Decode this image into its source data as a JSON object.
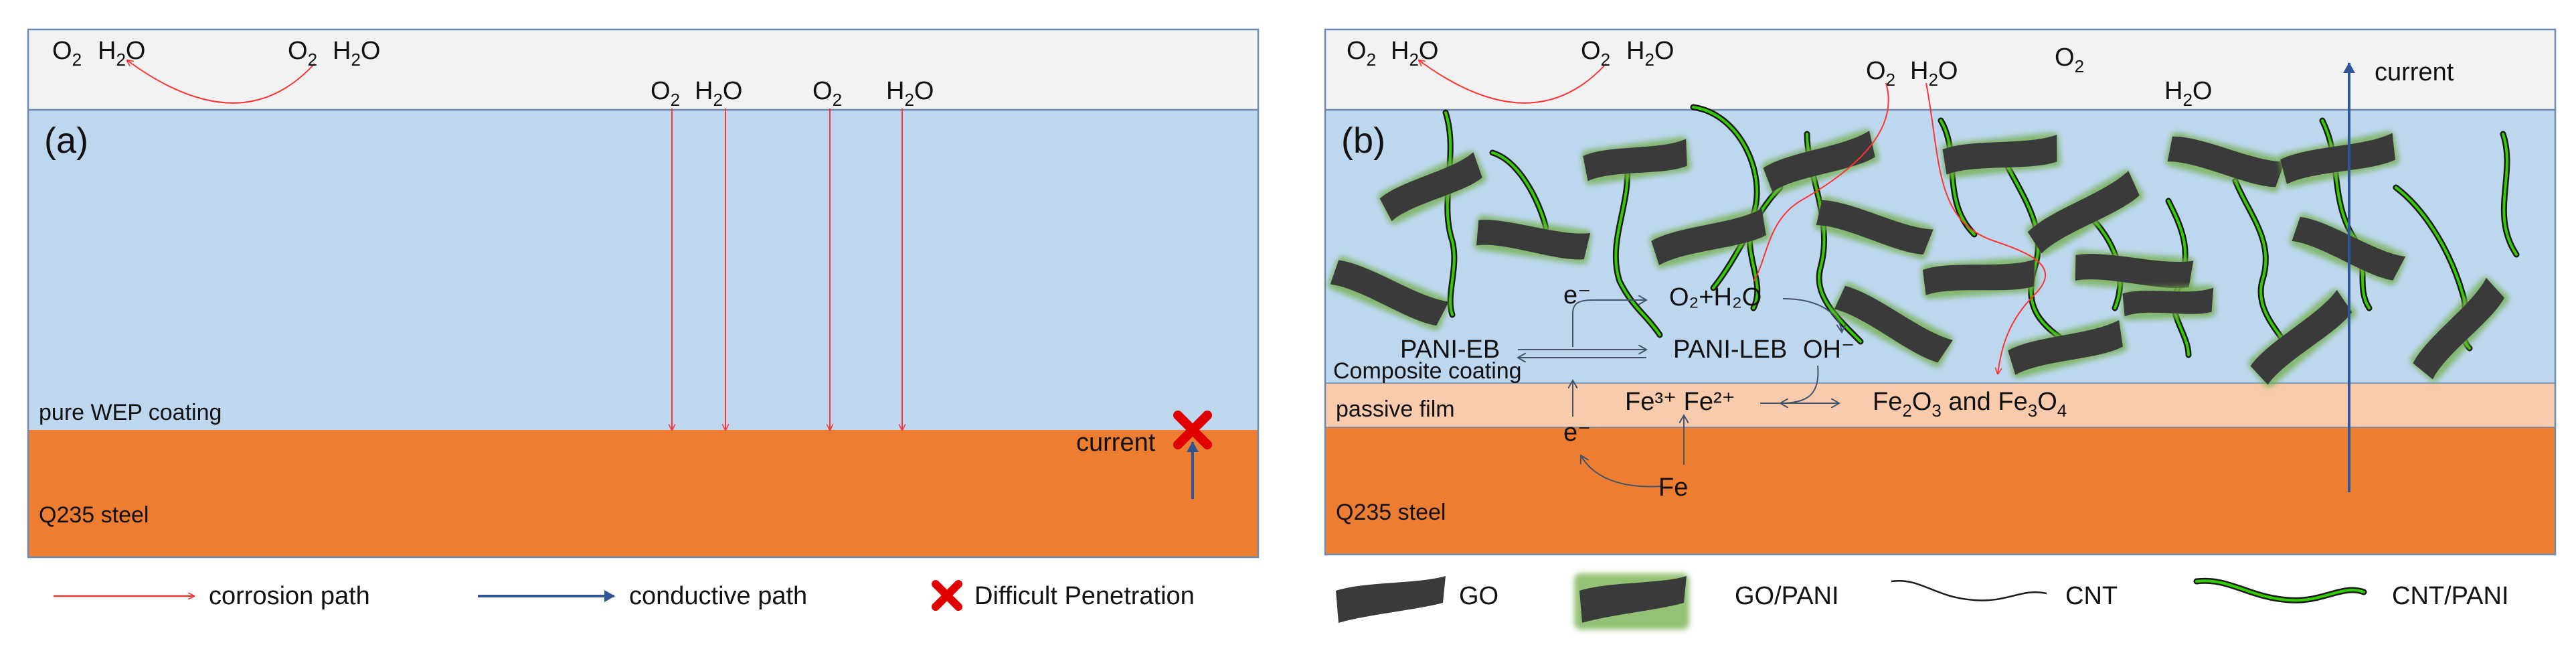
{
  "colors": {
    "air": "#f2f2f2",
    "coating": "#bdd7ee",
    "passive": "#f8cbad",
    "steel": "#ed7d31",
    "border": "#6b8bb0",
    "corrosion": "#ff3333",
    "conductive": "#2f5597",
    "go_fill": "#3a3a3a",
    "pani_glow": "#70ad47",
    "cnt_pani": "#33cc00"
  },
  "panel_a": {
    "tag": "(a)",
    "o2": "O",
    "o2_sub": "2",
    "h2o_h": "H",
    "h2o_sub": "2",
    "h2o_o": "O",
    "coating_label": "pure WEP coating",
    "steel_label": "Q235 steel",
    "current_label": "current"
  },
  "panel_b": {
    "tag": "(b)",
    "current_label": "current",
    "e_minus": "e⁻",
    "o2_h2o_main": "O₂+H₂O",
    "pani_eb": "PANI-EB",
    "pani_leb": "PANI-LEB",
    "oh_minus": "OH⁻",
    "coating_label": "Composite coating",
    "passive_label": "passive film",
    "fe_ions": "Fe³⁺ Fe²⁺",
    "oxides_a": "Fe",
    "oxides_sub1": "2",
    "oxides_b": "O",
    "oxides_sub2": "3",
    "oxides_c": " and Fe",
    "oxides_sub3": "3",
    "oxides_d": "O",
    "oxides_sub4": "4",
    "fe": "Fe",
    "steel_label": "Q235 steel"
  },
  "legend": {
    "corrosion_path": "corrosion path",
    "conductive_path": "conductive path",
    "difficult_penetration": "Difficult Penetration",
    "go": "GO",
    "go_pani": "GO/PANI",
    "cnt": "CNT",
    "cnt_pani": "CNT/PANI"
  }
}
